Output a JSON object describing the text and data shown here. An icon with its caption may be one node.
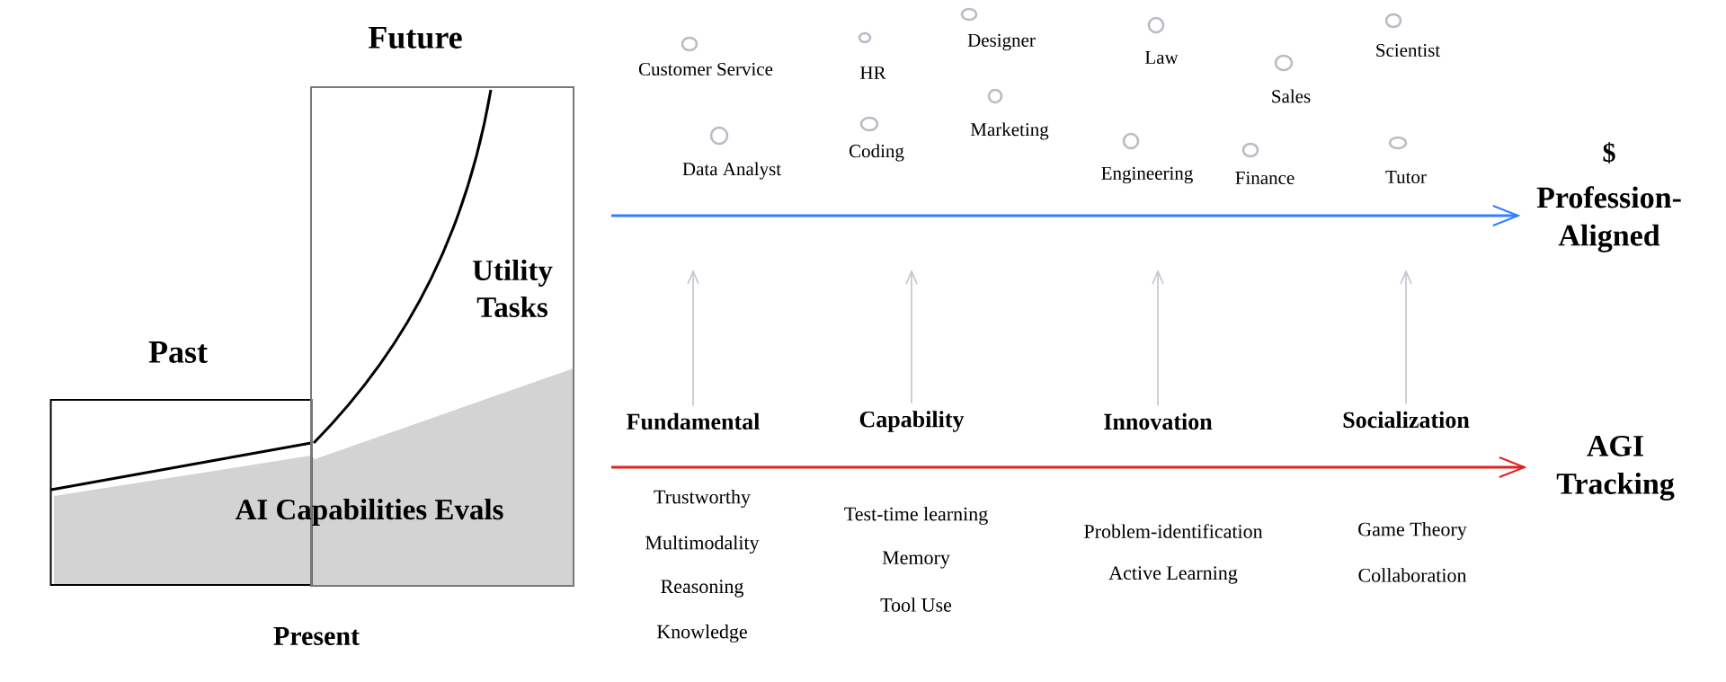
{
  "diagram": {
    "nodes": [
      {
        "text": [
          "Past"
        ]
      },
      {
        "text": [
          "Future",
          "Utility Tasks"
        ]
      },
      {
        "text": [
          "Profession-Aligned"
        ]
      },
      {
        "text": [
          "AGI Tracking"
        ]
      },
      {
        "text": [
          "Fundamental"
        ],
        "beside": [
          "Trustworthy",
          "Multimodality",
          "Reasoning",
          "Knowledge"
        ]
      },
      {
        "text": [
          "Capability"
        ],
        "beside": [
          "Test-time learning",
          "Memory",
          "Tool Use"
        ]
      },
      {
        "text": [
          "Innovation"
        ],
        "beside": [
          "Problem-identification",
          "Active Learning"
        ]
      },
      {
        "text": [
          "Socialization"
        ],
        "beside": [
          "Game Theory",
          "Collaboration"
        ]
      }
    ],
    "edges": [
      {
        "from": null,
        "to": 2,
        "arrow": "to",
        "color": "#2f7fff"
      },
      {
        "from": null,
        "to": 3,
        "arrow": "to",
        "color": "#e02222"
      },
      {
        "from": 4,
        "to": null,
        "arrow": "to"
      },
      {
        "from": 5,
        "to": null,
        "arrow": "to"
      },
      {
        "from": 6,
        "to": null,
        "arrow": "to"
      },
      {
        "from": 7,
        "to": null,
        "arrow": "to"
      }
    ],
    "labels": [
      "AI Capabilities Evals",
      "Present",
      "Customer Service",
      "HR",
      "Designer",
      "Law",
      "Sales",
      "Scientist",
      "Data Analyst",
      "Coding",
      "Marketing",
      "Engineering",
      "Finance",
      "Tutor",
      "$"
    ]
  }
}
